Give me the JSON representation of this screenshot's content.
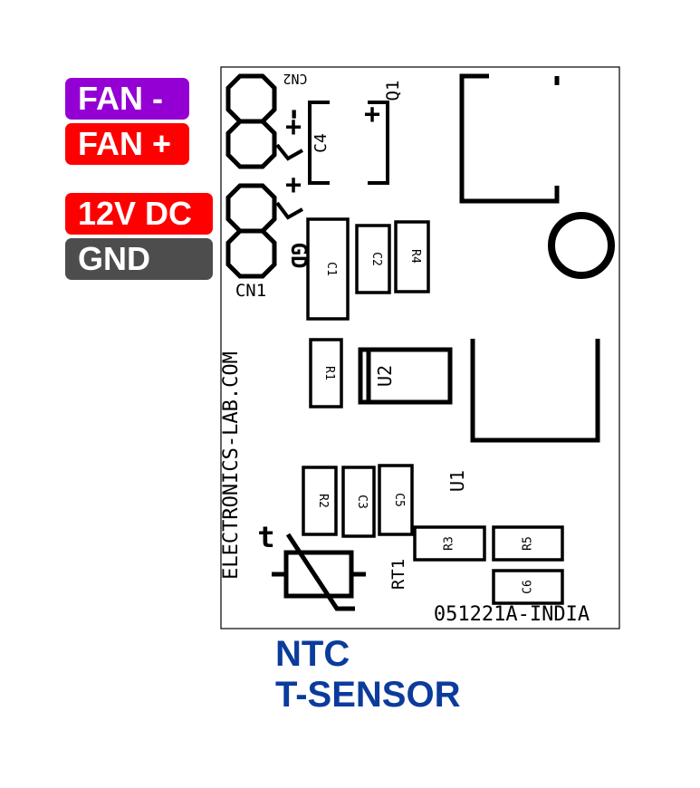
{
  "colors": {
    "fan_minus": "#9400d3",
    "fan_plus": "#ff0000",
    "power": "#ff0000",
    "gnd": "#4d4d4d",
    "note": "#0b3b9c",
    "silkscreen": "#000000"
  },
  "labels": {
    "fan_minus": "FAN -",
    "fan_plus": "FAN +",
    "power": "12V DC",
    "gnd": "GND"
  },
  "note": {
    "line1": "NTC",
    "line2": "T-SENSOR"
  },
  "board": {
    "vendor": "ELECTRONICS-LAB.COM",
    "code": "051221A-INDIA",
    "polarity_plus": "+",
    "polarity_minus": "-",
    "thermistor_symbol": "t",
    "components": {
      "cn1": "CN1",
      "cn2": "CN2",
      "q1": "Q1",
      "c4": "C4",
      "c1": "C1",
      "c2": "C2",
      "r4": "R4",
      "r1": "R1",
      "u2": "U2",
      "u1": "U1",
      "r2": "R2",
      "c3": "C3",
      "c5": "C5",
      "r3": "R3",
      "r5": "R5",
      "c6": "C6",
      "rt1": "RT1",
      "gnd_mark": "GD"
    }
  }
}
